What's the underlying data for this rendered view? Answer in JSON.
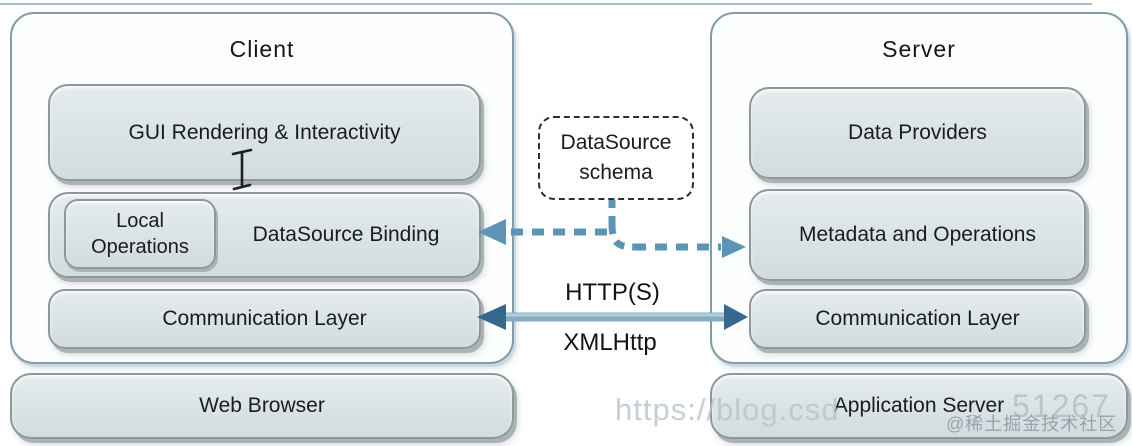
{
  "client_panel": {
    "title": "Client",
    "gui_box": "GUI Rendering & Interactivity",
    "local_ops_line1": "Local",
    "local_ops_line2": "Operations",
    "binding_box": "DataSource Binding",
    "comm_box": "Communication Layer"
  },
  "server_panel": {
    "title": "Server",
    "providers_box": "Data Providers",
    "metadata_box": "Metadata and Operations",
    "comm_box": "Communication Layer"
  },
  "middle": {
    "schema_line1": "DataSource",
    "schema_line2": "schema",
    "protocol_top": "HTTP(S)",
    "protocol_bottom": "XMLHttp"
  },
  "bottom": {
    "web_browser": "Web Browser",
    "application_server": "Application Server"
  },
  "watermark": {
    "url_fragment_left": "https://blog.csd",
    "url_fragment_right": "51267",
    "badge": "@稀土掘金技术社区"
  },
  "colors": {
    "box_fill": "#dbe4e6",
    "box_border": "#8e989c",
    "panel_border": "#7f9dab",
    "arrow_dashed": "#5c94b5",
    "arrow_solid_body": "#85adc2",
    "arrow_solid_head": "#35688c",
    "text": "#1b1b1b",
    "watermark": "#b7c3ca"
  }
}
